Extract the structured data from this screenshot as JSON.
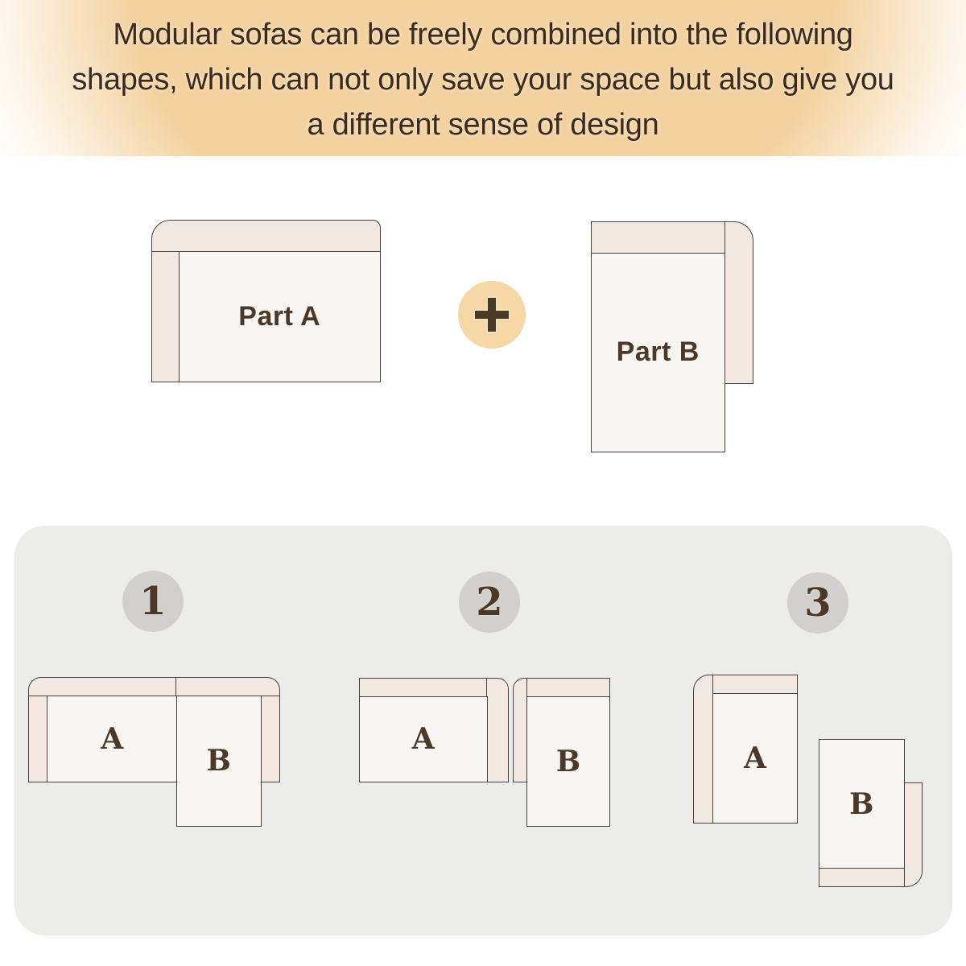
{
  "header": {
    "title_lines": [
      "Modular sofas can be freely combined into the following",
      "shapes, which can not only save your space but also give you",
      "a different sense of design"
    ]
  },
  "parts": {
    "part_a_label": "Part A",
    "part_b_label": "Part B",
    "plus_icon": "plus"
  },
  "combos": [
    {
      "number": "1",
      "a_label": "A",
      "b_label": "B"
    },
    {
      "number": "2",
      "a_label": "A",
      "b_label": "B"
    },
    {
      "number": "3",
      "a_label": "A",
      "b_label": "B"
    }
  ],
  "colors": {
    "header_tan": "#f3d2a0",
    "header_text": "#3a2b1e",
    "sofa_outline": "#46413a",
    "sofa_cushion_beige": "#f1e8e1",
    "sofa_seat_white": "#f8f6f3",
    "label_brown": "#4b3826",
    "panel_gray": "#ececeb",
    "badge_gray": "#d2d0ce",
    "plus_circle_tan": "#f6d8a6"
  }
}
